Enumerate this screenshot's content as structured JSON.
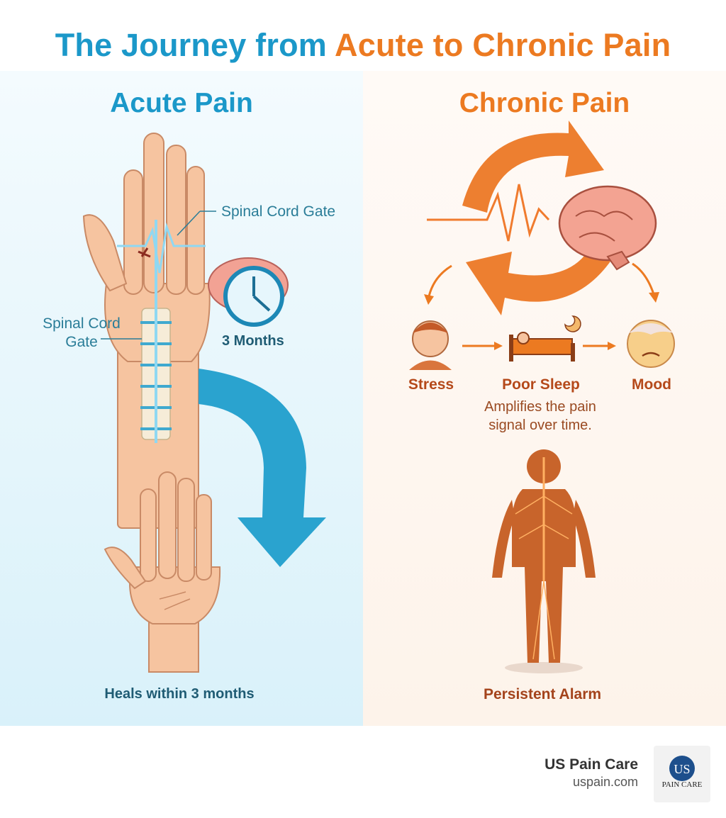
{
  "title": {
    "part1": "The Journey from ",
    "part2": "Acute to Chronic Pain"
  },
  "acute": {
    "heading": "Acute Pain",
    "gate_label_top": "Spinal Cord Gate",
    "gate_label_left_line1": "Spinal Cord",
    "gate_label_left_line2": "Gate",
    "timer_label": "3 Months",
    "caption": "Heals within 3 months"
  },
  "chronic": {
    "heading": "Chronic Pain",
    "factors": [
      "Stress",
      "Poor Sleep",
      "Mood"
    ],
    "caption_line1": "Amplifies the pain",
    "caption_line2": "signal over time.",
    "body_caption": "Persistent Alarm"
  },
  "brand": {
    "name": "US Pain Care",
    "url": "uspain.com",
    "logo_mark": "US",
    "logo_text": "PAIN CARE"
  },
  "colors": {
    "acute_blue": "#1b98c9",
    "chronic_orange": "#ec7a21",
    "skin": "#f6c4a0"
  }
}
